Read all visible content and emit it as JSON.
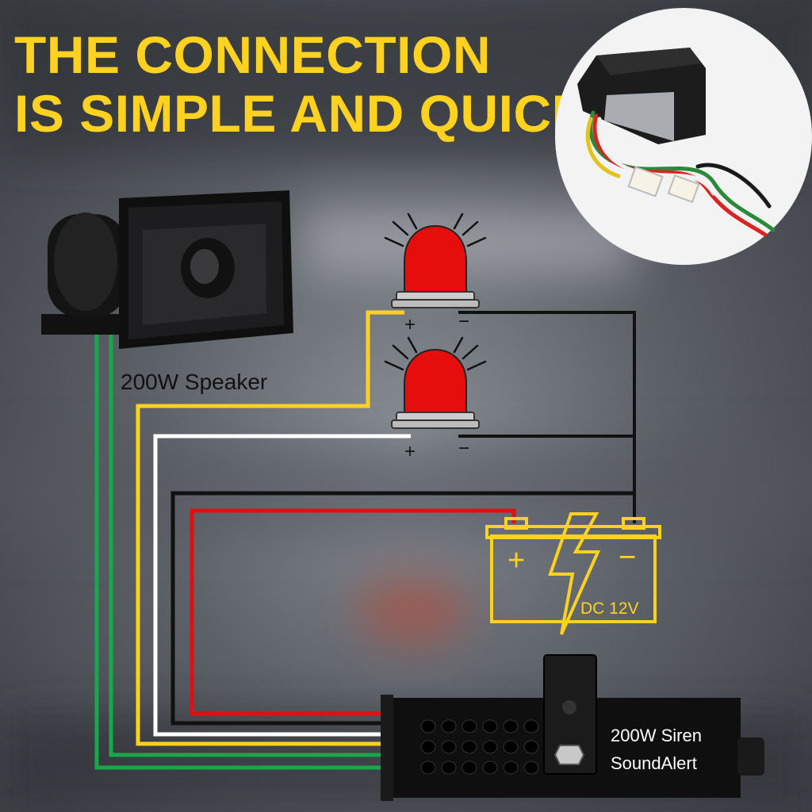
{
  "headline": {
    "line1": "THE CONNECTION",
    "line2": "IS SIMPLE AND QUICK"
  },
  "speaker": {
    "label": "200W Speaker"
  },
  "lights": {
    "plus": "+",
    "minus": "−"
  },
  "battery": {
    "plus": "+",
    "minus": "−",
    "voltage": "DC 12V"
  },
  "siren": {
    "label_line1": "200W Siren",
    "label_line2": "SoundAlert"
  },
  "colors": {
    "headline": "#ffd21f",
    "wire_green": "#17a84a",
    "wire_yellow": "#ffd21f",
    "wire_white": "#ffffff",
    "wire_black": "#111111",
    "wire_red": "#e01010",
    "light_red": "#e60d0d",
    "battery_outline": "#ffd21f"
  }
}
